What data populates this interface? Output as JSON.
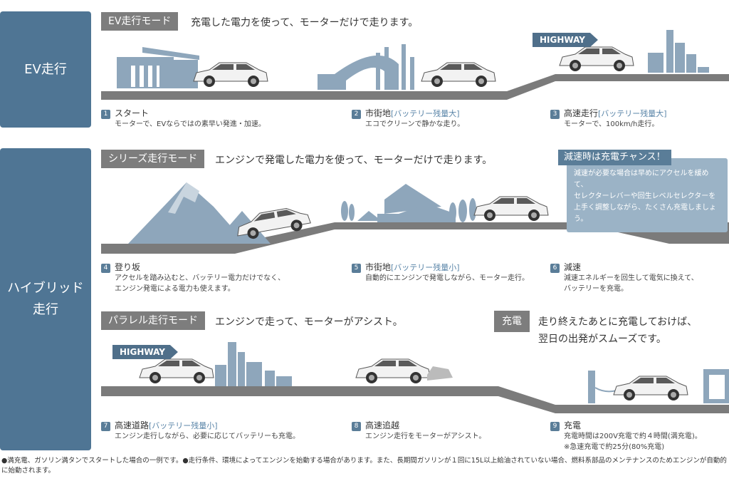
{
  "sides": {
    "ev": [
      "EV走行"
    ],
    "hybrid": [
      "ハイブリッド",
      "走行"
    ]
  },
  "modes": {
    "ev": {
      "label": "EV走行モード",
      "desc": "充電した電力を使って、モーターだけで走ります。"
    },
    "series": {
      "label": "シリーズ走行モード",
      "desc": "エンジンで発電した電力を使って、モーターだけで走ります。"
    },
    "parallel": {
      "label": "パラレル走行モード",
      "desc": "エンジンで走って、モーターがアシスト。"
    }
  },
  "highway_sign": "HIGHWAY",
  "callout": {
    "title": "減速時は充電チャンス！",
    "body": [
      "減速が必要な場合は早めにアクセルを緩めて、",
      "セレクターレバーや回生レベルセレクターを",
      "上手く調整しながら、たくさん充電しましょう。"
    ]
  },
  "charge": {
    "tag": "充電",
    "lines": [
      "走り終えたあとに充電しておけば、",
      "翌日の出発がスムーズです。"
    ]
  },
  "steps": [
    {
      "num": "1",
      "title": "スタート",
      "tag": "",
      "lines": [
        "モーターで、EVならではの素早い発進・加速。"
      ]
    },
    {
      "num": "2",
      "title": "市街地",
      "tag": "[バッテリー残量大]",
      "lines": [
        "エコでクリーンで静かな走り。"
      ]
    },
    {
      "num": "3",
      "title": "高速走行",
      "tag": "[バッテリー残量大]",
      "lines": [
        "モーターで、100km/h走行。"
      ]
    },
    {
      "num": "4",
      "title": "登り坂",
      "tag": "",
      "lines": [
        "アクセルを踏み込むと、バッテリー電力だけでなく、",
        "エンジン発電による電力も使えます。"
      ]
    },
    {
      "num": "5",
      "title": "市街地",
      "tag": "[バッテリー残量小]",
      "lines": [
        "自動的にエンジンで発電しながら、モーター走行。"
      ]
    },
    {
      "num": "6",
      "title": "減速",
      "tag": "",
      "lines": [
        "減速エネルギーを回生して電気に換えて、",
        "バッテリーを充電。"
      ]
    },
    {
      "num": "7",
      "title": "高速道路",
      "tag": "[バッテリー残量小]",
      "lines": [
        "エンジン走行しながら、必要に応じてバッテリーも充電。"
      ]
    },
    {
      "num": "8",
      "title": "高速追越",
      "tag": "",
      "lines": [
        "エンジン走行をモーターがアシスト。"
      ]
    },
    {
      "num": "9",
      "title": "充電",
      "tag": "",
      "lines": [
        "充電時間は200V充電で約４時間(満充電)。",
        "※急速充電で約25分(80%充電)"
      ]
    }
  ],
  "footnote": "●満充電、ガソリン満タンでスタートした場合の一例です。●走行条件、環境によってエンジンを始動する場合があります。また、長期間ガソリンが１回に15L以上給油されていない場合、燃料系部品のメンテナンスのためエンジンが自動的に始動されます。",
  "colors": {
    "accent": "#4f7594",
    "mode_bg": "#7d7d7d",
    "road": "#7b7b7b",
    "illustration": "#8ea6bb"
  }
}
